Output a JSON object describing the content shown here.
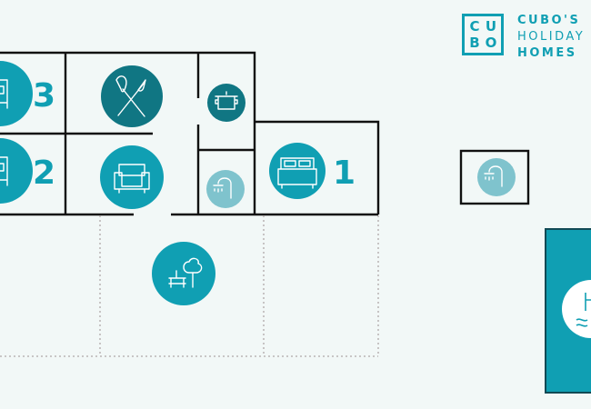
{
  "logo": {
    "letters": [
      "C",
      "U",
      "B",
      "O"
    ],
    "line1": "CUBO'S",
    "line2": "HOLIDAY",
    "line3": "HOMES"
  },
  "rooms": {
    "bedroom3": {
      "number": "3",
      "icon": "bed-icon"
    },
    "bedroom2": {
      "number": "2",
      "icon": "bed-icon"
    },
    "bedroom1": {
      "number": "1",
      "icon": "bed-icon"
    },
    "dining": {
      "icon": "cutlery-icon"
    },
    "living": {
      "icon": "sofa-icon"
    },
    "kitchen": {
      "icon": "cooking-pot-icon"
    },
    "bathroom": {
      "icon": "shower-icon"
    },
    "garden": {
      "icon": "garden-icon"
    },
    "outdoor_shower": {
      "icon": "shower-icon"
    },
    "pool": {
      "icon": "pool-icon"
    }
  },
  "colors": {
    "teal": "#109fb3",
    "dark_teal": "#107683",
    "light_teal": "#7fc3cd",
    "background": "#f2f8f7",
    "wall": "#111111"
  }
}
